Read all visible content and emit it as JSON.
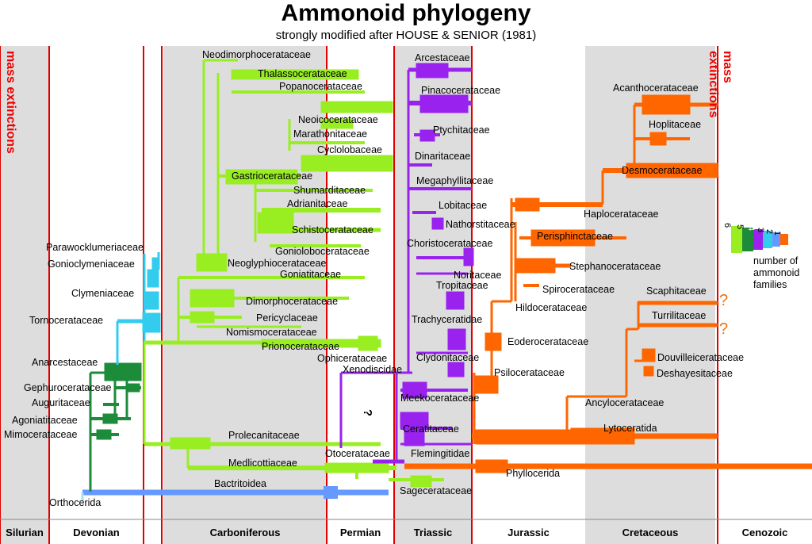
{
  "title": "Ammonoid phylogeny",
  "subtitle": "strongly modified after HOUSE & SENIOR (1981)",
  "extinction_label": "mass extinctions",
  "periods": [
    "Silurian",
    "Devonian",
    "Carboniferous",
    "Permian",
    "Triassic",
    "Jurassic",
    "Cretaceous",
    "Cenozoic"
  ],
  "legend": {
    "numbers": [
      "6",
      "5",
      "4",
      "3",
      "2",
      "1"
    ],
    "caption": [
      "number of",
      "ammonoid",
      "families"
    ]
  },
  "question_mark": "?",
  "colors": {
    "devonian_green": "#1c8c3a",
    "cyan": "#33ccee",
    "lime": "#99ee22",
    "blue": "#6699ff",
    "purple": "#9922ee",
    "orange": "#ff6600",
    "extinction_red": "#e00000",
    "shade": "#dddddd"
  },
  "taxa": {
    "orthocerida": "Orthocerida",
    "bactritoidea": "Bactritoidea",
    "mimoceratacea": "Mimocerataceae",
    "agoniatitacea": "Agoniatitaceae",
    "auguritacea": "Auguritaceae",
    "gephuroceratacea": "Gephurocerataceae",
    "anarcestacea": "Anarcestaceae",
    "tornoceratacea": "Tornocerataceae",
    "clymeniacea": "Clymeniaceae",
    "gonioclymeniacea": "Gonioclymeniaceae",
    "parawocklumeriacea": "Parawocklumeriaceae",
    "neodimorphoceratacea": "Neodimorphocerataceae",
    "thalassoceratacea": "Thalassocerataceae",
    "popanoceratacea": "Popanocerataceae",
    "neoicoceratacea": "Neoicocerataceae",
    "marathonitacea": "Marathonitaceae",
    "cyclolobacea": "Cyclolobaceae",
    "gastrioceratacea": "Gastriocerataceae",
    "shumarditacea": "Shumarditaceae",
    "adrianitacea": "Adrianitaceae",
    "schistoceratacea": "Schistocerataceae",
    "goniolobocerataceae": "Goniolobocerataceae",
    "neoglyphioceratacea": "Neoglyphiocerataceae",
    "goniatitacea": "Goniatitaceae",
    "dimorphoceratacea": "Dimorphocerataceae",
    "pericyclacea": "Pericyclaceae",
    "nomismoceratacea": "Nomismocerataceae",
    "prionoceratacea": "Prionocerataceae",
    "prolecanitacea": "Prolecanitaceae",
    "medlicottiacea": "Medlicottiaceae",
    "arcestacea": "Arcestaceae",
    "pinacoceratacea": "Pinacocerataceae",
    "ptychitacea": "Ptychitaceae",
    "dinaritacea": "Dinaritaceae",
    "megaphyllitacea": "Megaphyllitaceae",
    "lobitacea": "Lobitaceae",
    "nathorstitacea": "Nathorstitaceae",
    "choristoceratacea": "Choristocerataceae",
    "noritacea": "Noritaceae",
    "tropitacea": "Tropitaceae",
    "trachyceratidae": "Trachyceratidae",
    "clydonitacea": "Clydonitaceae",
    "ophiceratacea": "Ophicerataceae",
    "xenodiscidae": "Xenodiscidae",
    "meekoceratacea": "Meekocerataceae",
    "ceratitacea": "Ceratitaceae",
    "otoceratacea": "Otocerataceae",
    "flemingitidae": "Flemingitidae",
    "sagecerataceae": "Sagecerataceae",
    "phyllocerida": "Phyllocerida",
    "lytoceratida": "Lytoceratida",
    "ancyloceratacea": "Ancylocerataceae",
    "deshayesitacea": "Deshayesitaceae",
    "douvilleiceratacea": "Douvilleicerataceae",
    "turrilitacea": "Turrilitaceae",
    "scaphitacea": "Scaphitaceae",
    "psiloceratacea": "Psilocerataceae",
    "eoderoceratacea": "Eoderocerataceae",
    "hildoceratacea": "Hildocerataceae",
    "spiroceratacea": "Spirocerataceae",
    "stephanoceratacea": "Stephanocerataceae",
    "perisphinctacea": "Perisphinctaceae",
    "haploceratacea": "Haplocerataceae",
    "desmoceratacea": "Desmocerataceae",
    "hoplitacea": "Hoplitaceae",
    "acanthoceratacea": "Acanthocerataceae"
  }
}
